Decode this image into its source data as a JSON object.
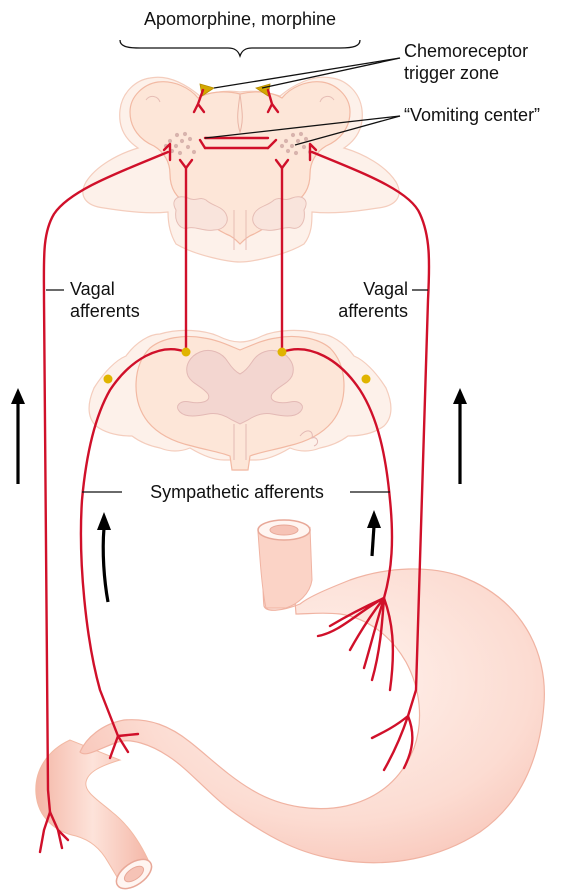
{
  "labels": {
    "drugs": "Apomorphine, morphine",
    "ctz_line1": "Chemoreceptor",
    "ctz_line2": "trigger zone",
    "vomiting_center": "“Vomiting center”",
    "vagal_left_line1": "Vagal",
    "vagal_left_line2": "afferents",
    "vagal_right_line1": "Vagal",
    "vagal_right_line2": "afferents",
    "sympathetic": "Sympathetic afferents"
  },
  "colors": {
    "nerve": "#d0102a",
    "tissue_fill": "#fde9dd",
    "tissue_stroke": "#f2b9a3",
    "stomach_fill": "#fbd6cc",
    "inner_stroke": "#e3b9b5",
    "ganglion": "#e0b400",
    "ctz": "#d4a800",
    "arrow": "#000000"
  }
}
